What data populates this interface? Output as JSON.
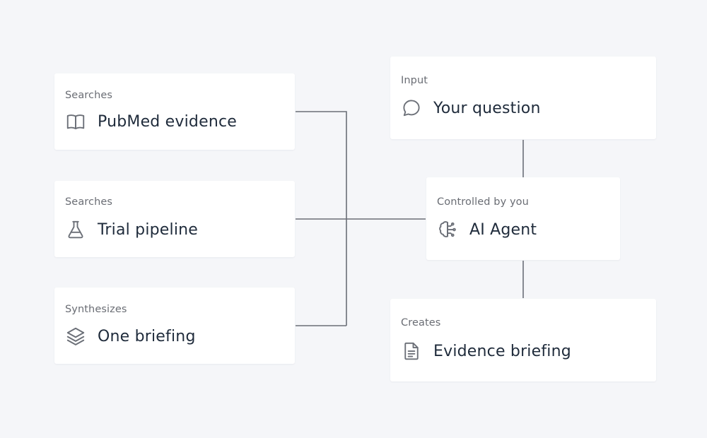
{
  "nodes": {
    "pubmed": {
      "caption": "Searches",
      "title": "PubMed evidence",
      "icon": "book-icon"
    },
    "trial": {
      "caption": "Searches",
      "title": "Trial pipeline",
      "icon": "flask-icon"
    },
    "briefing": {
      "caption": "Synthesizes",
      "title": "One briefing",
      "icon": "layers-icon"
    },
    "question": {
      "caption": "Input",
      "title": "Your question",
      "icon": "chat-bubble-icon"
    },
    "agent": {
      "caption": "Controlled by you",
      "title": "AI Agent",
      "icon": "brain-icon"
    },
    "evidence": {
      "caption": "Creates",
      "title": "Evidence briefing",
      "icon": "document-icon"
    }
  },
  "colors": {
    "background": "#f5f6f9",
    "card": "#ffffff",
    "connector": "#6b6f77",
    "title": "#1f2b3b",
    "caption": "#6a6d74"
  }
}
